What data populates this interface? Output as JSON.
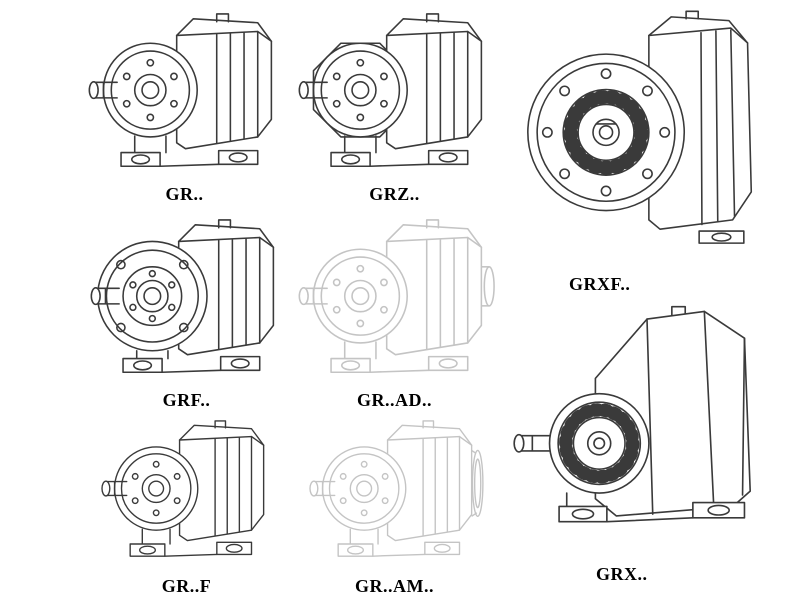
{
  "page": {
    "background": "#ffffff",
    "line_color": "#3a3a3a",
    "faded_line_color": "#c4c4c4",
    "label_color": "#000000"
  },
  "figures": [
    {
      "label": "GR..",
      "line_style": "solid"
    },
    {
      "label": "GRZ..",
      "line_style": "solid"
    },
    {
      "label": "GRXF..",
      "line_style": "solid"
    },
    {
      "label": "GRF..",
      "line_style": "solid"
    },
    {
      "label": "GR..AD..",
      "line_style": "faded"
    },
    {
      "label": "GRX..",
      "line_style": "solid"
    },
    {
      "label": "GR..F",
      "line_style": "solid"
    },
    {
      "label": "GR..AM..",
      "line_style": "faded"
    }
  ]
}
